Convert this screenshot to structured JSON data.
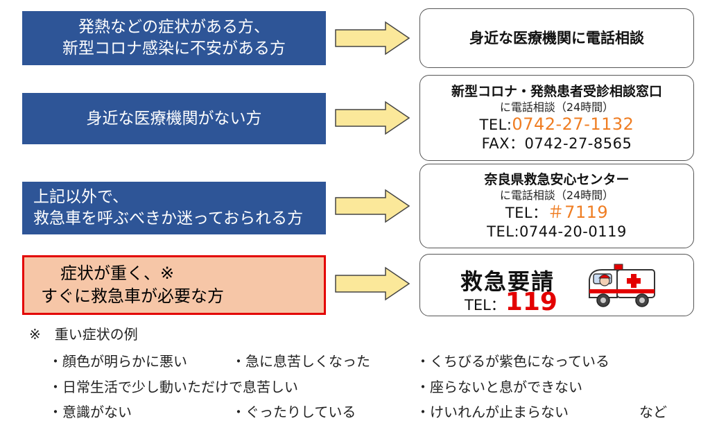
{
  "rows": [
    {
      "left_lines": [
        "発熱などの症状がある方、",
        "新型コロナ感染に不安がある方"
      ],
      "right_title": "身近な医療機関に電話相談"
    },
    {
      "left_lines": [
        "身近な医療機関がない方"
      ],
      "right_title": "新型コロナ・発熱患者受診相談窓口",
      "right_sub": "に電話相談（24時間）",
      "tel_prefix": "TEL:",
      "tel_number": "0742-27-1132",
      "fax": "FAX：0742-27-8565"
    },
    {
      "left_lines": [
        "上記以外で、",
        "救急車を呼ぶべきか迷っておられる方"
      ],
      "right_title": "奈良県救急安心センター",
      "right_sub": "に電話相談（24時間）",
      "tel_prefix": "TEL：",
      "tel_number": "＃7119",
      "tel2": "TEL:0744-20-0119"
    },
    {
      "left_lines": [
        "症状が重く、※",
        "すぐに救急車が必要な方"
      ],
      "right_title": "救急要請",
      "tel_prefix": "TEL：",
      "tel_number": "119"
    }
  ],
  "notes": {
    "heading": "※　重い症状の例",
    "items": [
      "・顔色が明らかに悪い",
      "・急に息苦しくなった",
      "・くちびるが紫色になっている",
      "・日常生活で少し動いただけで息苦しい",
      "・座らないと息ができない",
      "・意識がない",
      "・ぐったりしている",
      "・けいれんが止まらない",
      "など"
    ]
  },
  "colors": {
    "navy": "#2e5597",
    "alert_fill": "#f6c6a7",
    "alert_border": "#e30000",
    "arrow_fill": "#fbe89a",
    "orange": "#ef7d22",
    "red": "#e30000"
  },
  "icons": [
    "right-arrow-icon",
    "ambulance-icon"
  ]
}
